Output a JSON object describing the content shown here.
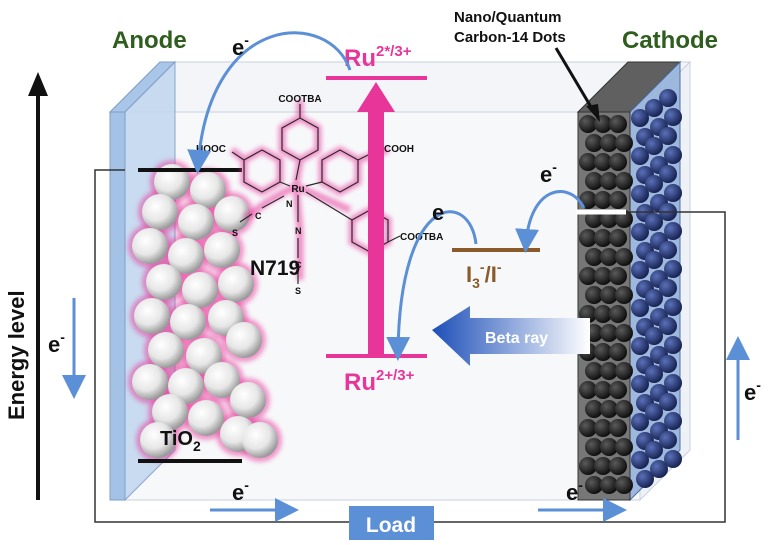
{
  "labels": {
    "anode": "Anode",
    "cathode": "Cathode",
    "nano_line1": "Nano/Quantum",
    "nano_line2": "Carbon-14 Dots",
    "energy_level": "Energy level",
    "load": "Load",
    "dye": "N719",
    "tio2": "TiO",
    "tio2_sub": "2",
    "beta_ray": "Beta ray",
    "ru_top": "Ru",
    "ru_top_sup": "2*/3+",
    "ru_bottom": "Ru",
    "ru_bottom_sup": "2+/3+",
    "redox_i3": "I",
    "redox_i3_sub": "3",
    "redox_sup1": "-",
    "redox_slash": "/I",
    "redox_sup2": "-",
    "electron": "e",
    "electron_sup": "-",
    "molecule_cootba_top": "COOTBA",
    "molecule_cootba_right": "COOTBA",
    "molecule_hooc": "HOOC",
    "molecule_cooh": "COOH",
    "molecule_ru": "Ru",
    "molecule_n": "N",
    "molecule_s": "S",
    "molecule_c": "C"
  },
  "colors": {
    "label_green": "#2e5e1e",
    "magenta": "#e8359a",
    "arrow_blue": "#5b8fd6",
    "load_box": "#5b8fd6",
    "redox_brown": "#8b5a2b",
    "glass": "#bcd4ee",
    "dark_dot": "#1b1b1b",
    "navy_dot": "#1e2d66"
  }
}
